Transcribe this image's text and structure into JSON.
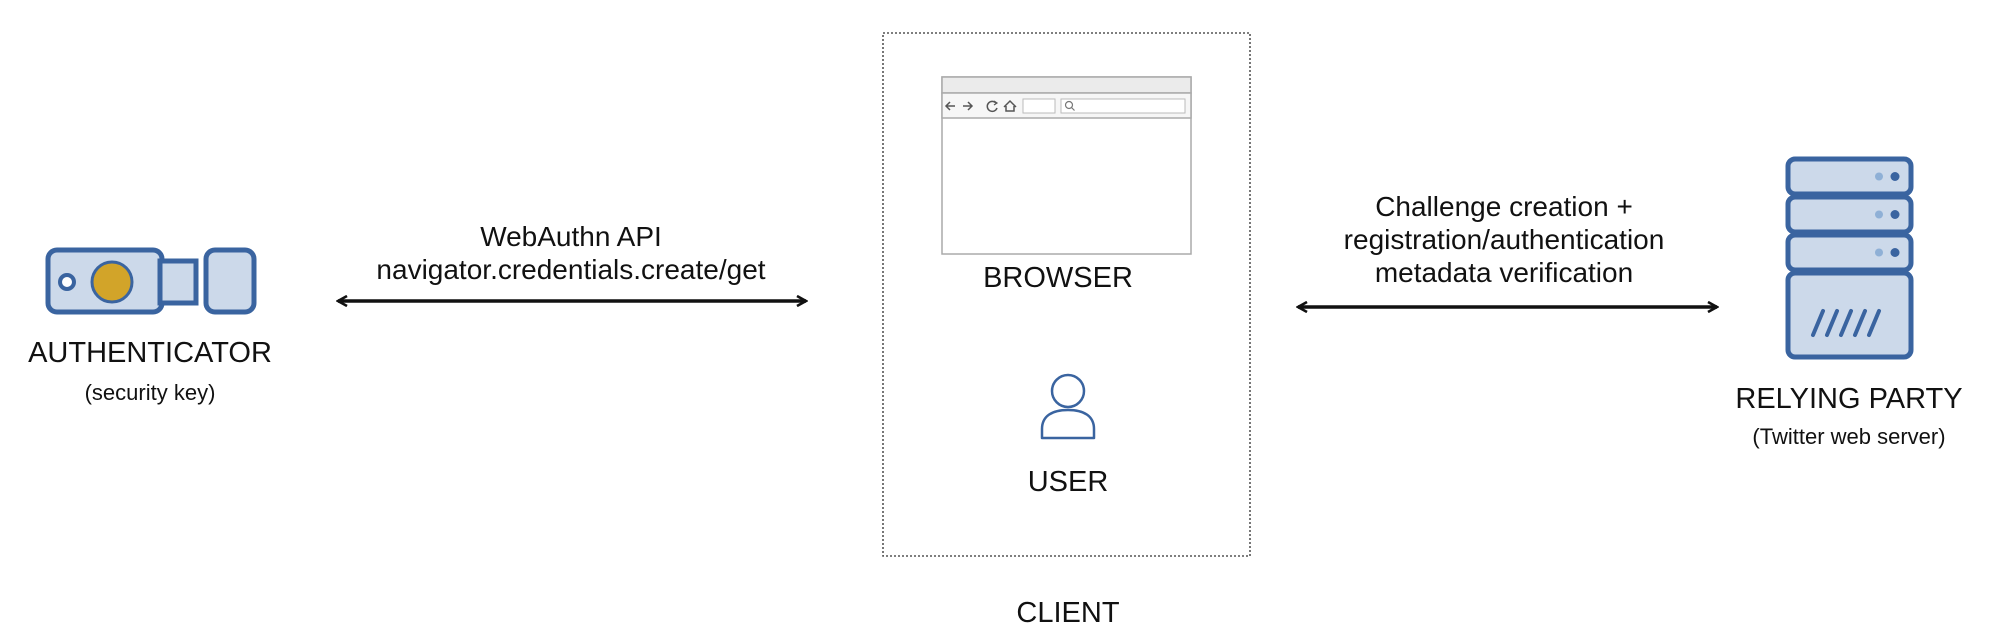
{
  "authenticator": {
    "title": "AUTHENTICATOR",
    "subtitle": "(security key)",
    "icon": "usb-security-key-icon"
  },
  "arrow_left": {
    "line1": "WebAuthn API",
    "line2": "navigator.credentials.create/get"
  },
  "client": {
    "caption": "CLIENT",
    "browser_label": "BROWSER",
    "user_label": "USER",
    "browser_icon": "browser-window-icon",
    "user_icon": "user-icon"
  },
  "arrow_right": {
    "line1": "Challenge creation +",
    "line2": "registration/authentication",
    "line3": "metadata verification"
  },
  "relying_party": {
    "title": "RELYING PARTY",
    "subtitle": "(Twitter web server)",
    "icon": "server-icon"
  },
  "colors": {
    "icon_stroke": "#3a64a0",
    "icon_fill": "#ccd9ea",
    "key_button": "#d2a429",
    "arrow": "#111111",
    "client_border": "#555555"
  }
}
